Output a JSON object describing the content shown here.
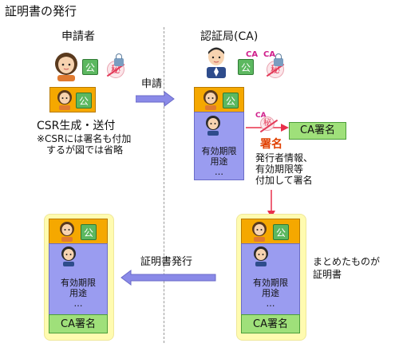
{
  "title": "証明書の発行",
  "applicant": {
    "heading": "申請者",
    "csr_label": "CSR生成・送付",
    "note_line1": "※CSRには署名も付加",
    "note_line2": "するが図では省略"
  },
  "ca": {
    "heading": "認証局(CA)",
    "ca_mark_1": "CA",
    "ca_mark_2": "CA",
    "ca_mark_small": "CA",
    "signature_box": "CA署名",
    "sign_label": "署名",
    "sign_desc_line1": "発行者情報、",
    "sign_desc_line2": "有効期限等",
    "sign_desc_line3": "付加して署名",
    "summary_line1": "まとめたものが",
    "summary_line2": "証明書"
  },
  "request_arrow_label": "申請",
  "issue_arrow_label": "証明書発行",
  "certificate": {
    "body_line1": "有効期限",
    "body_line2": "用途",
    "body_line3": "…",
    "footer": "CA署名"
  },
  "icons": {
    "public_key_glyph": "公",
    "secret_key_glyph": "秘"
  },
  "colors": {
    "cert_top": "#f5a800",
    "cert_body": "#9a9cf0",
    "cert_footer": "#9fe07a",
    "arrow": "#8080e0",
    "sign_label": "#e04000",
    "ca_text": "#d0208c"
  }
}
